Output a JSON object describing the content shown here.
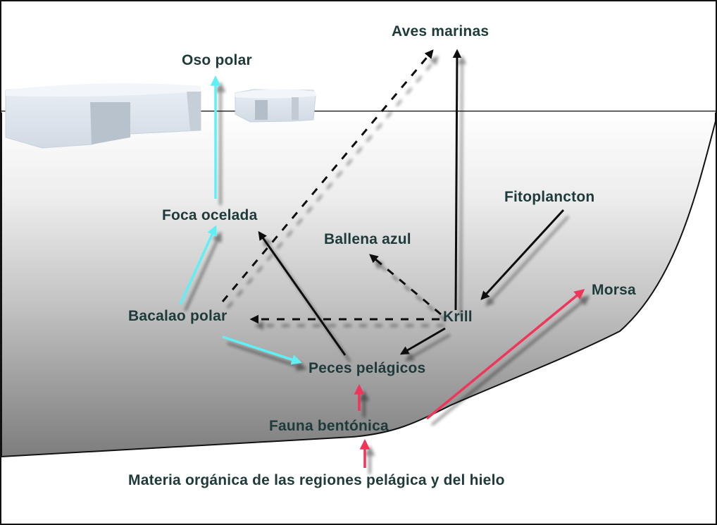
{
  "labels": {
    "oso_polar": "Oso polar",
    "aves_marinas": "Aves marinas",
    "fitoplancton": "Fitoplancton",
    "foca_ocelada": "Foca ocelada",
    "ballena_azul": "Ballena azul",
    "morsa": "Morsa",
    "bacalao_polar": "Bacalao polar",
    "krill": "Krill",
    "peces_pelagicos": "Peces pelágicos",
    "fauna_bentonica": "Fauna bentónica",
    "materia_organica": "Materia orgánica de las regiones pelágica y del hielo"
  },
  "colors": {
    "text": "#1f3a3a",
    "arrow_black": "#111111",
    "arrow_cyan": "#5ff0f5",
    "arrow_red": "#f0355a"
  },
  "links": [
    {
      "from": "Bacalao polar",
      "to": "Foca ocelada",
      "style": "solid",
      "color": "cyan"
    },
    {
      "from": "Foca ocelada",
      "to": "Oso polar",
      "style": "solid",
      "color": "cyan"
    },
    {
      "from": "Bacalao polar",
      "to": "Peces pelágicos",
      "style": "solid",
      "color": "cyan"
    },
    {
      "from": "Bacalao polar",
      "to": "Aves marinas",
      "style": "dashed",
      "color": "black"
    },
    {
      "from": "Krill",
      "to": "Aves marinas",
      "style": "solid",
      "color": "black"
    },
    {
      "from": "Fitoplancton",
      "to": "Krill",
      "style": "solid",
      "color": "black"
    },
    {
      "from": "Krill",
      "to": "Ballena azul",
      "style": "dashed",
      "color": "black"
    },
    {
      "from": "Krill",
      "to": "Bacalao polar",
      "style": "dashed",
      "color": "black"
    },
    {
      "from": "Krill",
      "to": "Peces pelágicos",
      "style": "solid",
      "color": "black"
    },
    {
      "from": "Peces pelágicos",
      "to": "Foca ocelada",
      "style": "solid",
      "color": "black"
    },
    {
      "from": "Fauna bentónica",
      "to": "Peces pelágicos",
      "style": "solid",
      "color": "red"
    },
    {
      "from": "Fauna bentónica",
      "to": "Morsa",
      "style": "solid",
      "color": "red"
    },
    {
      "from": "Materia orgánica de las regiones pelágica y del hielo",
      "to": "Fauna bentónica",
      "style": "solid",
      "color": "red"
    }
  ]
}
